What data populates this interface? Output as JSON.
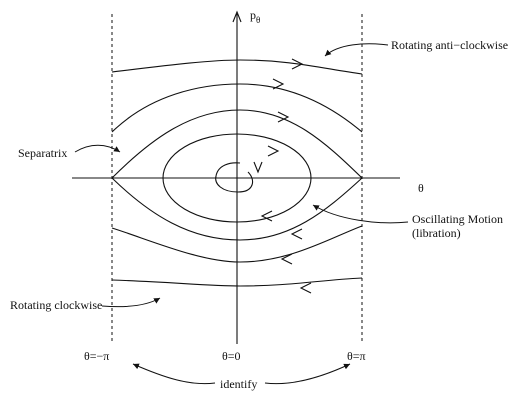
{
  "axes": {
    "vertical_label": "p",
    "vertical_subscript": "θ",
    "horizontal_label": "θ"
  },
  "ticks": {
    "left": "θ=−π",
    "center": "θ=0",
    "right": "θ=π"
  },
  "labels": {
    "rotating_anticlockwise": "Rotating anti−clockwise",
    "separatrix": "Separatrix",
    "oscillating_line1": "Oscillating Motion",
    "oscillating_line2": "(libration)",
    "rotating_clockwise": "Rotating clockwise",
    "identify": "identify"
  },
  "colors": {
    "ink": "#111111",
    "background": "#ffffff"
  }
}
